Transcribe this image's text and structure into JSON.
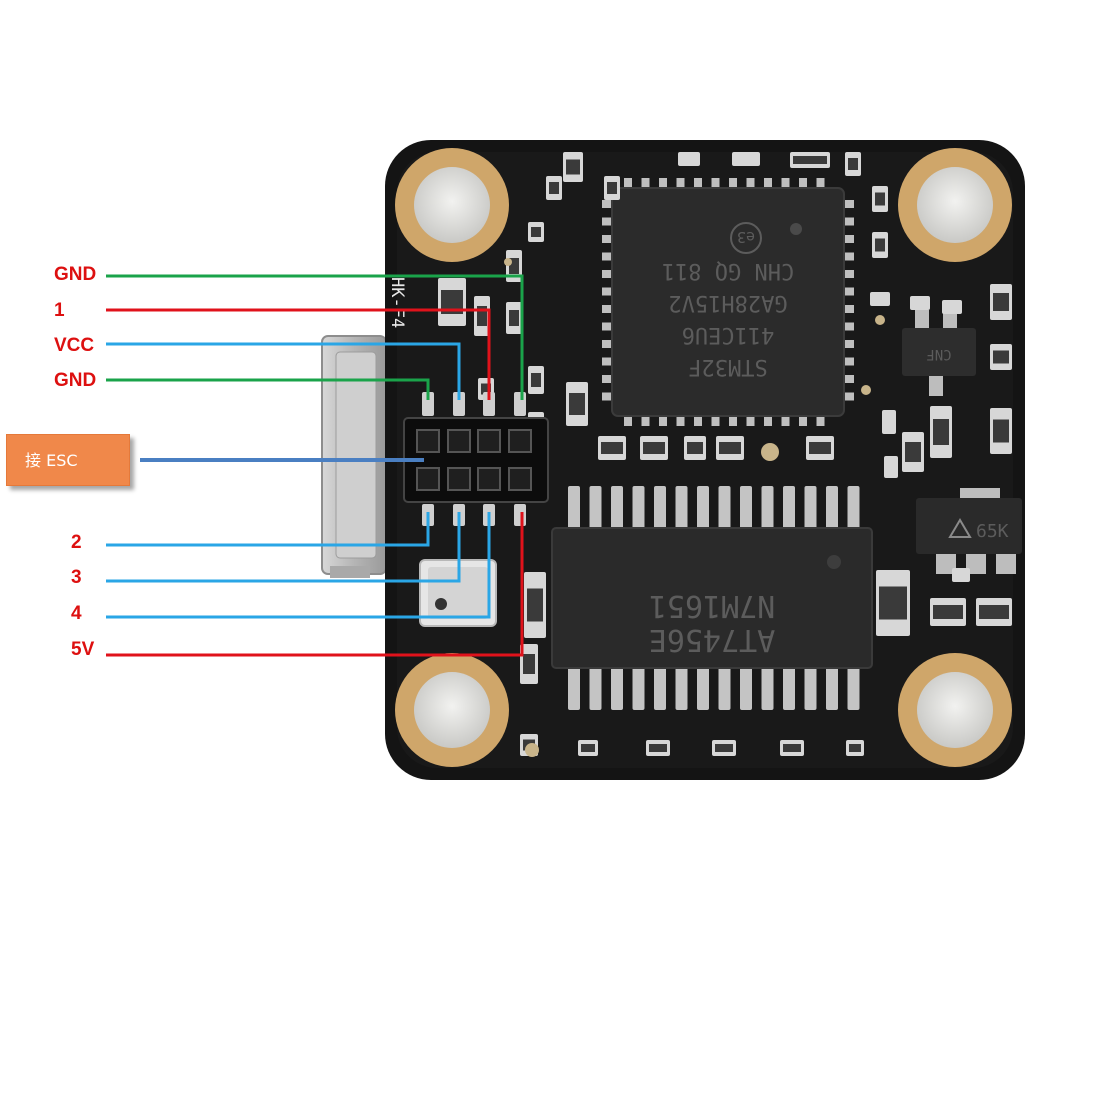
{
  "colors": {
    "label_red": "#dd1010",
    "wire_green": "#1aa34a",
    "wire_red": "#e0121b",
    "wire_blue": "#2aa6e6",
    "esc_wire": "#4a7fc2",
    "esc_box": "#f0884a",
    "pcb": "#141414",
    "gold_pad": "#cfa66a"
  },
  "top_header": {
    "pins": [
      {
        "label": "GND",
        "wire_color": "green"
      },
      {
        "label": "1",
        "wire_color": "red"
      },
      {
        "label": "VCC",
        "wire_color": "blue"
      },
      {
        "label": "GND",
        "wire_color": "green"
      }
    ]
  },
  "bottom_header": {
    "pins": [
      {
        "label": "2",
        "wire_color": "blue"
      },
      {
        "label": "3",
        "wire_color": "blue"
      },
      {
        "label": "4",
        "wire_color": "blue"
      },
      {
        "label": "5V",
        "wire_color": "red"
      }
    ]
  },
  "esc_connector": {
    "label": "接 ESC"
  },
  "board": {
    "silkscreen": "HK-F4",
    "mcu": {
      "lines": [
        "STM32F",
        "411CEU6",
        "GA28H15V2",
        "CHN GQ 811"
      ],
      "mark_e3": "e3"
    },
    "driver": {
      "lines": [
        "AT7456E",
        "N7M1651"
      ]
    },
    "regulator": {
      "marking": "65K"
    },
    "sensor": {
      "marking": "CNF"
    }
  }
}
